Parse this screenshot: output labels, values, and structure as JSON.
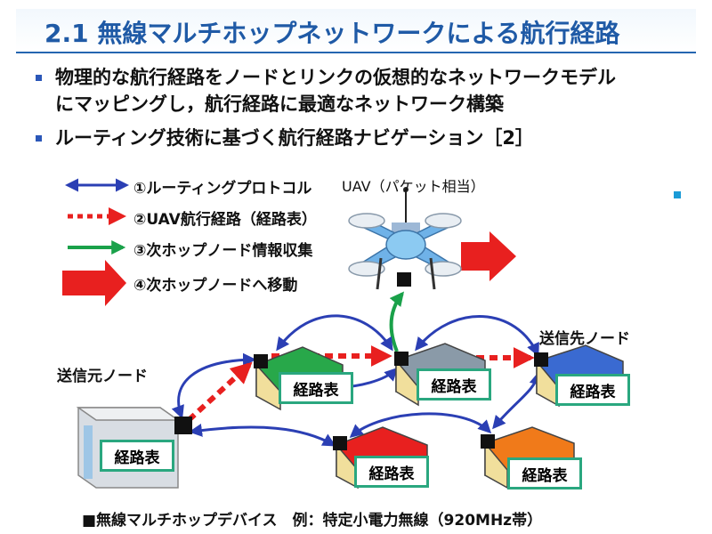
{
  "title": "2.1 無線マルチホップネットワークによる航行経路",
  "bullets": [
    "物理的な航行経路をノードとリンクの仮想的なネットワークモデル",
    "にマッピングし，航行経路に最適なネットワーク構築",
    "ルーティング技術に基づく航行経路ナビゲーション［2］"
  ],
  "legend": [
    "①ルーティングプロトコル",
    "②UAV航行経路（経路表）",
    "③次ホップノード情報収集",
    "④次ホップノードへ移動"
  ],
  "uav_label": "UAV（パケット相当）",
  "source_node_label": "送信元ノード",
  "dest_node_label": "送信先ノード",
  "routing_table_label": "経路表",
  "footer": "■無線マルチホップデバイス　例：特定小電力無線（920MHz帯）",
  "colors": {
    "title": "#1f5aa6",
    "routing_blue": "#2b3fb4",
    "path_red": "#e8201f",
    "collect_green": "#1aa14a",
    "table_border": "#2aa77f"
  }
}
